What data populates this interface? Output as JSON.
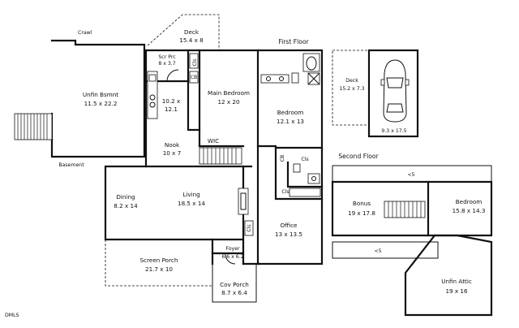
{
  "floors": {
    "first_floor": "First Floor",
    "second_floor": "Second Floor",
    "basement": "Basement",
    "crawl": "Crawl"
  },
  "rooms": {
    "deck_top": {
      "name": "Deck",
      "dims": "15.4 x 8"
    },
    "scr_prc": {
      "name": "Scr Prc",
      "dims": "8 x 3.7"
    },
    "unfin_bsmnt": {
      "name": "Unfin Bsmnt",
      "dims": "11.5 x 22.2"
    },
    "kitchen": {
      "name": "10.2 x",
      "dims": "12.1"
    },
    "main_bedroom": {
      "name": "Main Bedroom",
      "dims": "12 x 20"
    },
    "bedroom_first": {
      "name": "Bedroom",
      "dims": "12.1 x 13"
    },
    "deck_side": {
      "name": "Deck",
      "dims": "15.2 x 7.3"
    },
    "garage": {
      "name": "",
      "dims": "9.3 x 17.5"
    },
    "nook": {
      "name": "Nook",
      "dims": "10 x 7"
    },
    "wic": {
      "name": "WIC",
      "dims": ""
    },
    "dining": {
      "name": "Dining",
      "dims": "8.2 x 14"
    },
    "living": {
      "name": "Living",
      "dims": "18.5 x 14"
    },
    "office": {
      "name": "Office",
      "dims": "13 x 13.5"
    },
    "foyer": {
      "name": "Foyer",
      "dims": "6.6 x 6.2"
    },
    "screen_porch": {
      "name": "Screen Porch",
      "dims": "21.7 x 10"
    },
    "cov_porch": {
      "name": "Cov Porch",
      "dims": "8.7 x 6.4"
    },
    "bonus": {
      "name": "Bonus",
      "dims": "19 x 17.8"
    },
    "bedroom_second": {
      "name": "Bedroom",
      "dims": "15.8 x 14.3"
    },
    "unfin_attic": {
      "name": "Unfin Attic",
      "dims": "19 x 16"
    }
  },
  "closets": {
    "cls_1": "Cls",
    "cls_2": "Cls",
    "cls_3": "Cls",
    "c1": "Cls",
    "c2": "CB",
    "c3": "CB"
  },
  "ceiling_marks": {
    "upper": "<5",
    "lower": "<5"
  },
  "watermark": "DMLS"
}
